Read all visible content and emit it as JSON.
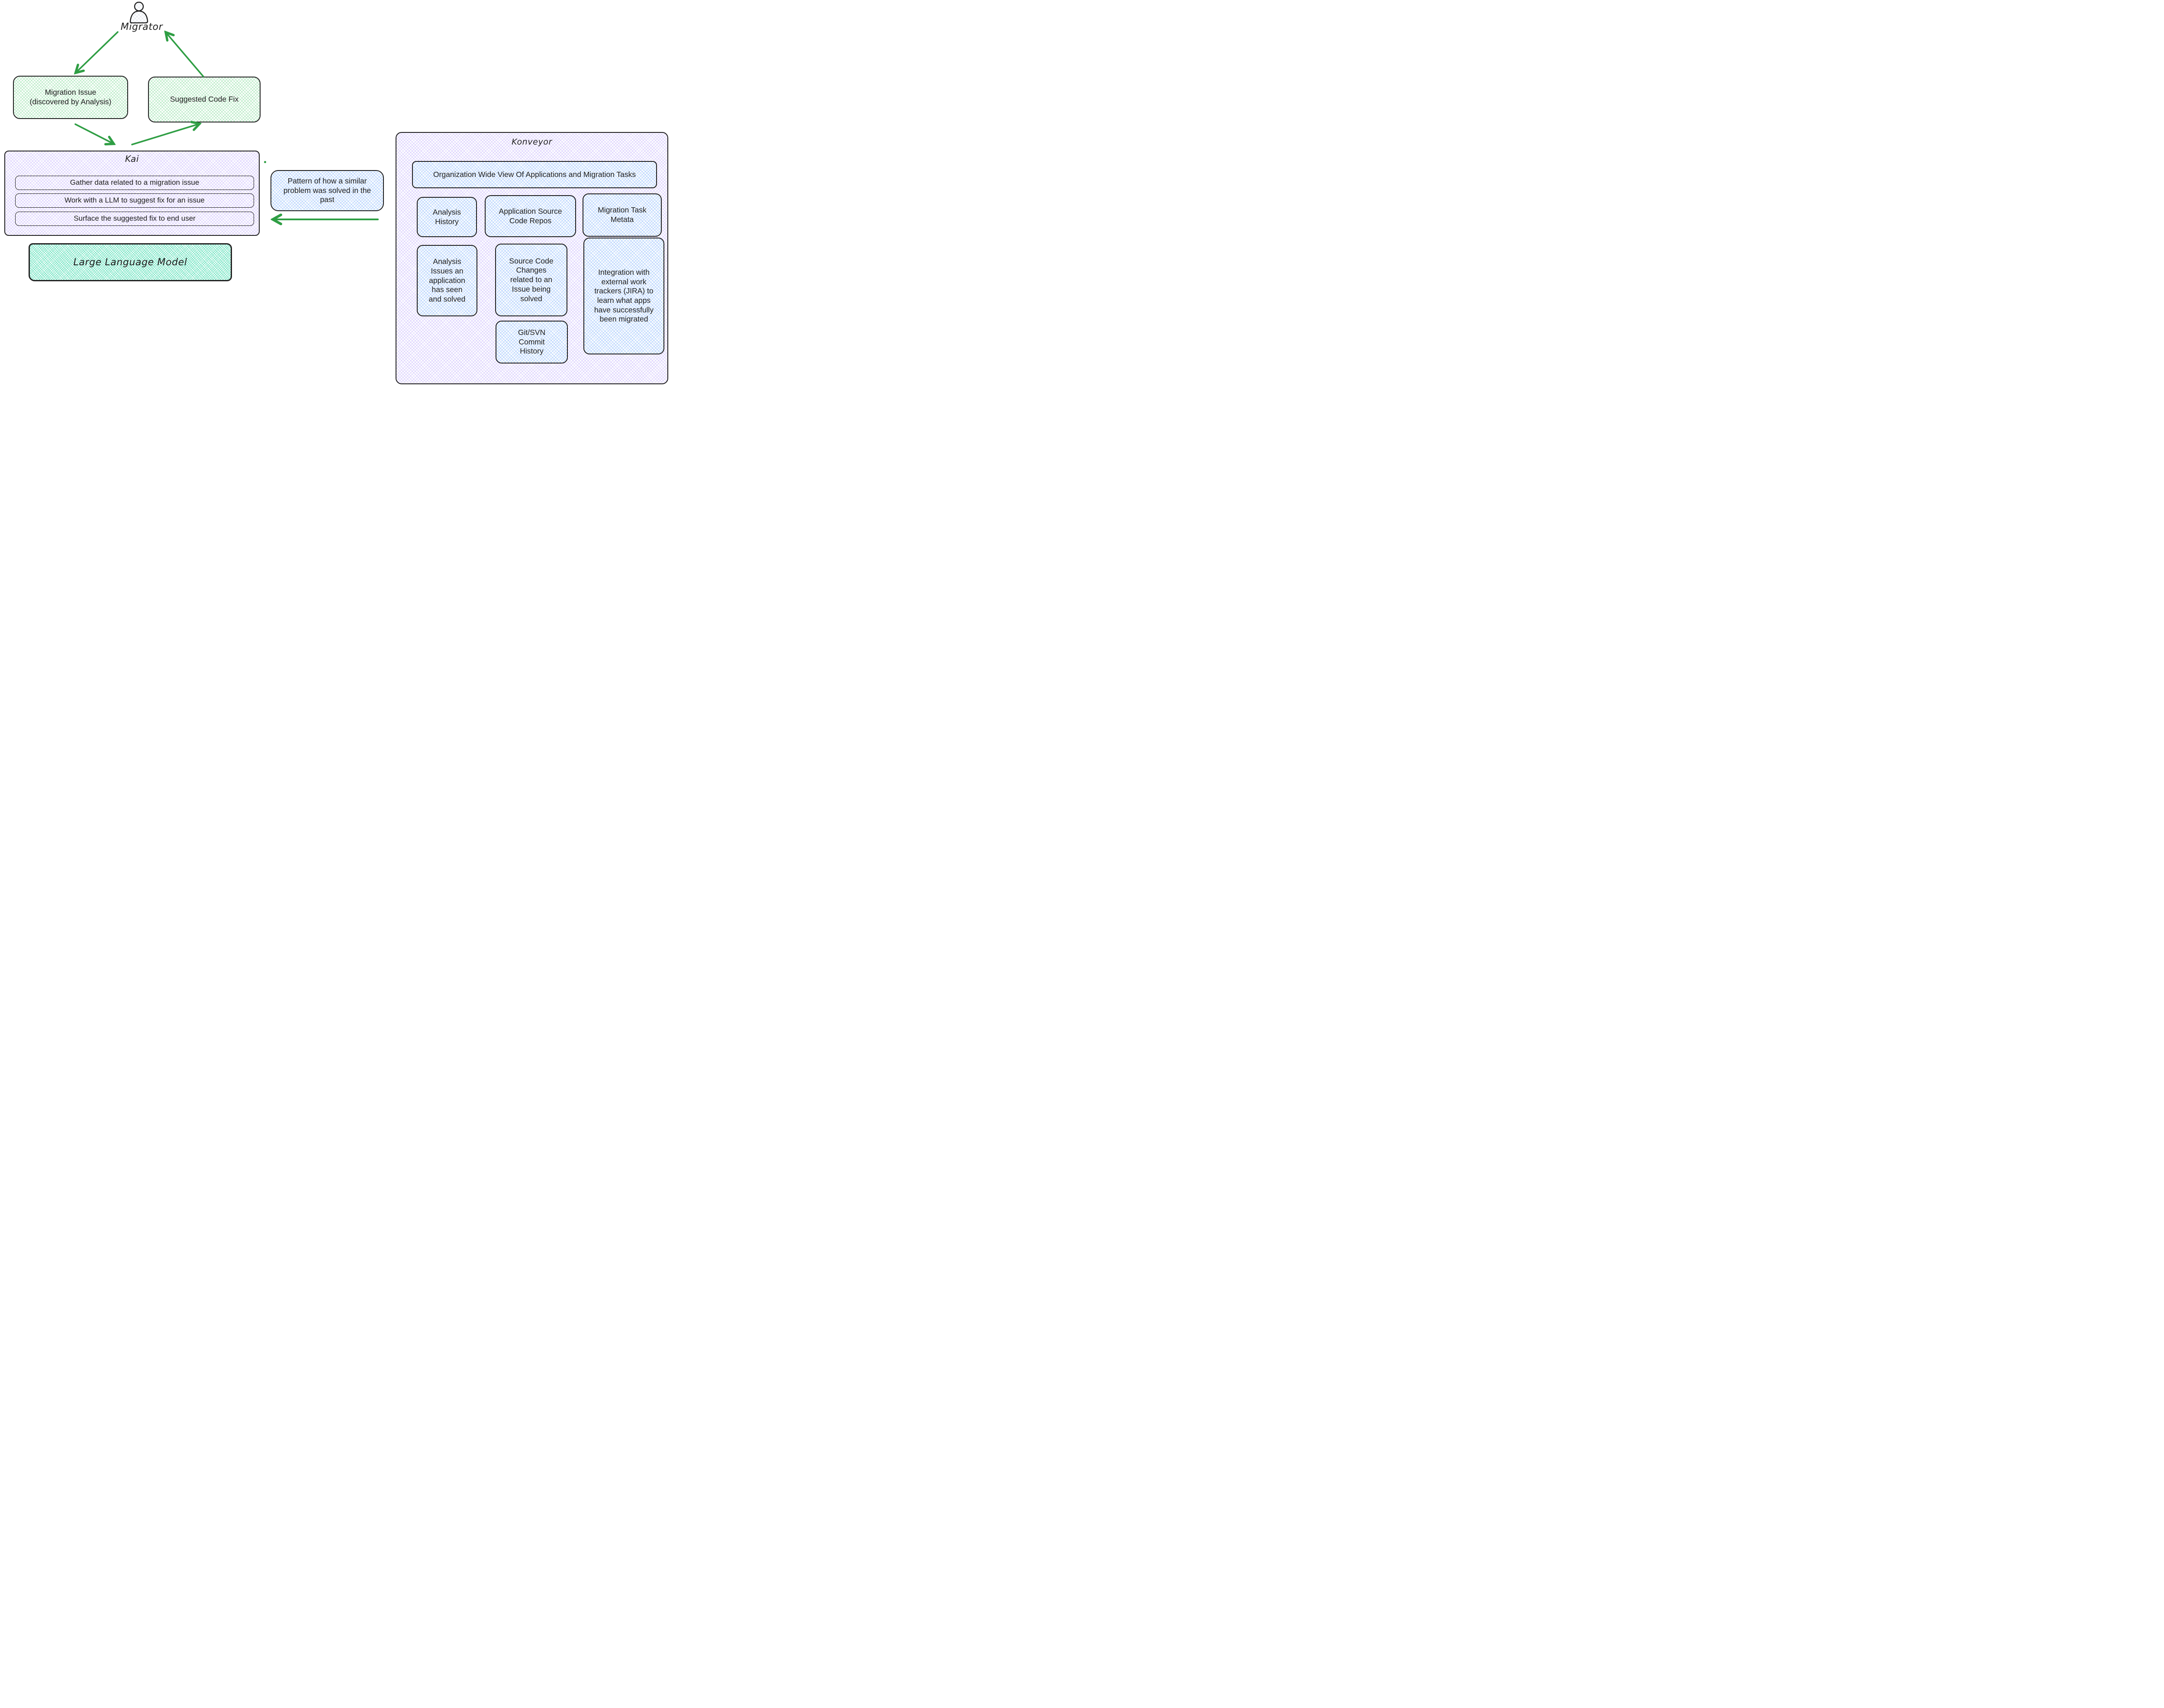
{
  "diagram": {
    "migrator": {
      "label": "Migrator"
    },
    "migration_issue_box": {
      "label": "Migration Issue (discovered by Analysis)"
    },
    "suggested_fix_box": {
      "label": "Suggested Code Fix"
    },
    "kai": {
      "title": "Kai",
      "items": [
        "Gather data related to a migration issue",
        "Work with a LLM to suggest fix for an issue",
        "Surface the suggested fix to end user"
      ]
    },
    "llm_box": {
      "label": "Large Language Model"
    },
    "pattern_box": {
      "label": "Pattern of how a similar problem was solved in the past"
    },
    "konveyor": {
      "title": "Konveyor",
      "org_box": {
        "label": "Organization Wide View Of Applications and Migration Tasks"
      },
      "boxes": [
        {
          "label": "Analysis History"
        },
        {
          "label": "Application Source Code Repos"
        },
        {
          "label": "Migration Task Metata"
        },
        {
          "label": "Analysis Issues an application has seen and solved"
        },
        {
          "label": "Source Code Changes related to an Issue being solved"
        },
        {
          "label": "Integration with external work trackers (JIRA) to learn what apps have successfully been migrated"
        },
        {
          "label": "Git/SVN Commit History"
        }
      ]
    },
    "colors": {
      "ink": "#1e1e1e",
      "arrow_green": "#2f9e44",
      "green_hatch": "#6dd389",
      "purple_hatch": "#a78bfa",
      "blue_hatch": "#60a5fa",
      "teal_hatch": "#38d9a9"
    }
  }
}
